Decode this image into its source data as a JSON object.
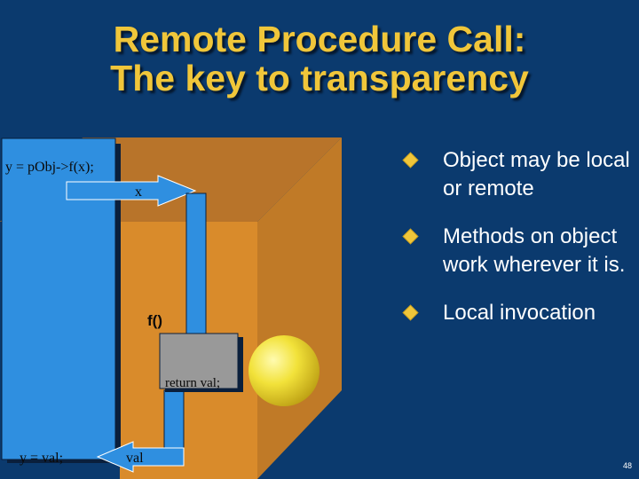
{
  "title": {
    "line1": "Remote Procedure Call:",
    "line2": "The key to transparency"
  },
  "diagram": {
    "caller_statement": "y =  pObj->f(x);",
    "argument_label": "x",
    "function_label": "f()",
    "return_label": "return val;",
    "result_statement": "y = val;",
    "value_label": "val"
  },
  "bullets": [
    "Object may be local or remote",
    "Methods on object work wherever it is.",
    "Local invocation"
  ],
  "page_number": "48",
  "colors": {
    "background": "#0b3a6e",
    "title": "#f0c63a",
    "box_orange": "#d98b2b",
    "panel_blue": "#2f8fe0",
    "sphere": "#f2e23a"
  }
}
